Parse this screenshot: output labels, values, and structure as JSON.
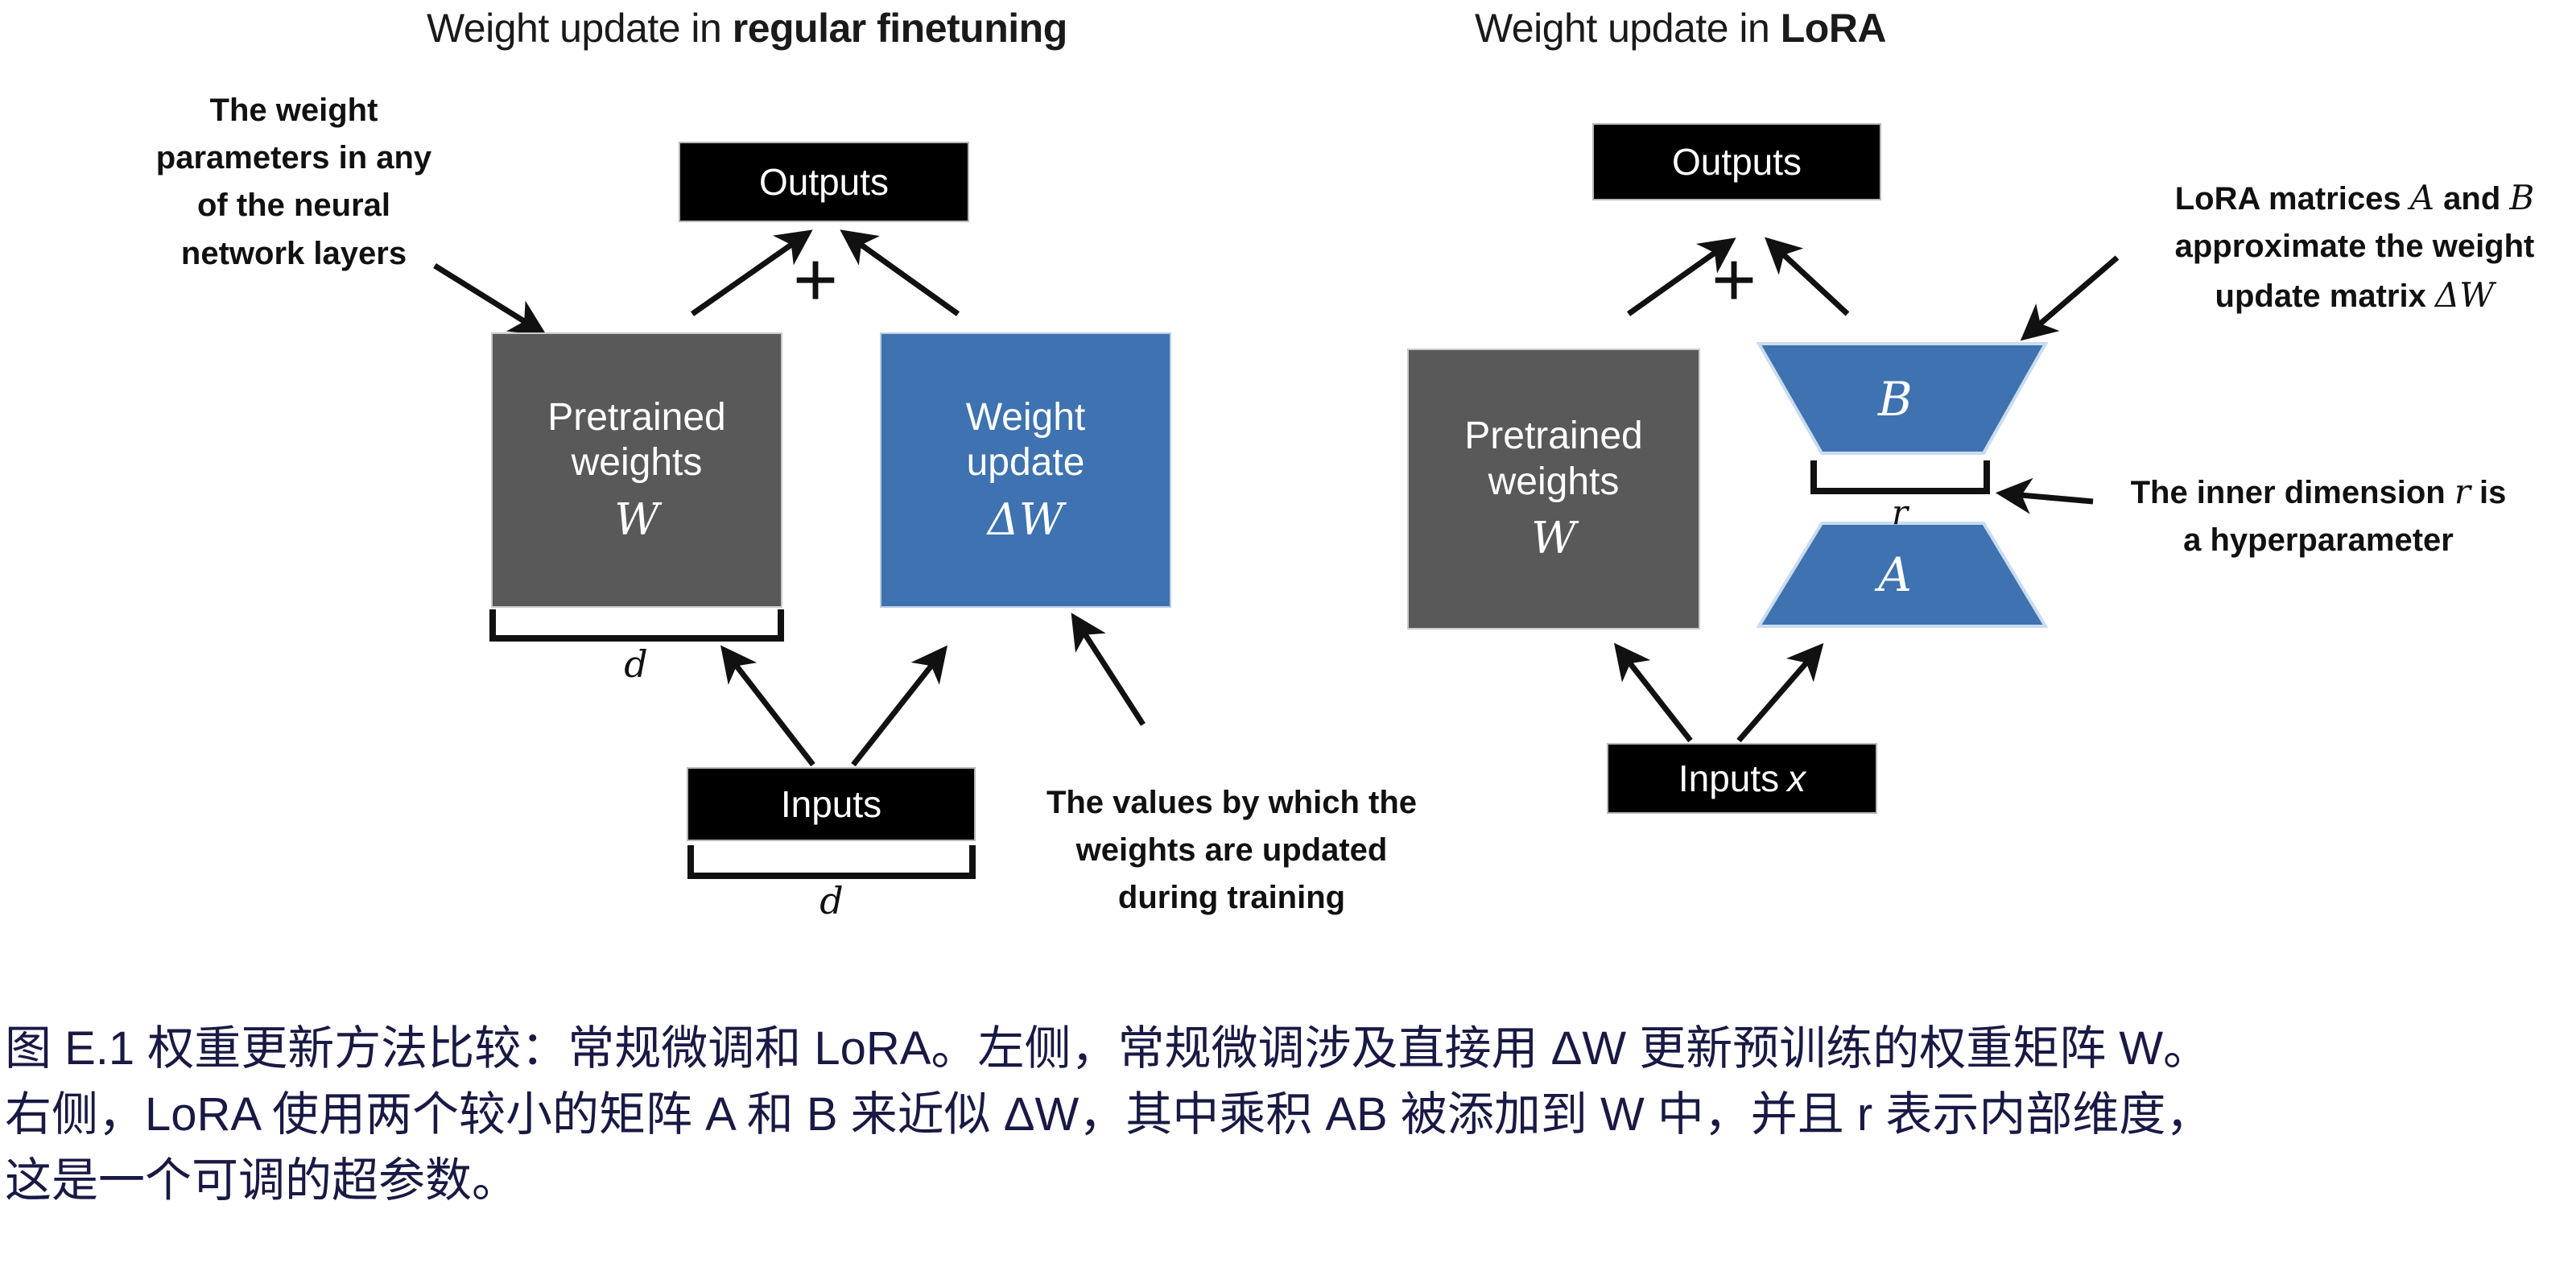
{
  "figure": {
    "panels": [
      {
        "id": "regular-finetuning",
        "title_prefix": "Weight update in ",
        "title_emphasis": "regular finetuning",
        "output_box": "Outputs",
        "plus": "+",
        "pretrained_box": {
          "line1": "Pretrained",
          "line2": "weights",
          "symbol": "W"
        },
        "update_box": {
          "line1": "Weight",
          "line2": "update",
          "symbol": "ΔW"
        },
        "input_box": "Inputs",
        "brace_weights_label": "d",
        "brace_inputs_label": "d",
        "annotation_left": [
          "The weight",
          "parameters in any",
          "of the neural",
          "network layers"
        ],
        "annotation_right": [
          "The values by which the",
          "weights are updated",
          "during training"
        ]
      },
      {
        "id": "lora",
        "title_prefix": "Weight update in ",
        "title_emphasis": "LoRA",
        "output_box": "Outputs",
        "plus": "+",
        "pretrained_box": {
          "line1": "Pretrained",
          "line2": "weights",
          "symbol": "W"
        },
        "trapezoid_top": "B",
        "trapezoid_bottom": "A",
        "inner_dim_label": "r",
        "input_box_prefix": "Inputs",
        "input_box_symbol": "x",
        "annotation_top_right": {
          "line1_pre": "LoRA matrices ",
          "line1_m1": "A",
          "line1_mid": " and ",
          "line1_m2": "B",
          "line2": "approximate the weight",
          "line3_pre": "update matrix ",
          "line3_m": "ΔW"
        },
        "annotation_mid_right": {
          "line1_pre": "The inner dimension ",
          "line1_m": "r",
          "line1_post": " is",
          "line2": "a hyperparameter"
        }
      }
    ],
    "colors": {
      "blue": "#3e72b0",
      "gray": "#595959",
      "black": "#000000",
      "white": "#ffffff",
      "caption_navy": "#191945",
      "text_dark": "#111111"
    }
  },
  "caption": {
    "line1": "图 E.1 权重更新方法比较：常规微调和 LoRA。左侧，常规微调涉及直接用 ΔW 更新预训练的权重矩阵 W。",
    "line2": "右侧，LoRA 使用两个较小的矩阵 A 和 B 来近似 ΔW，其中乘积 AB 被添加到 W 中，并且 r 表示内部维度，",
    "line3": "这是一个可调的超参数。"
  }
}
